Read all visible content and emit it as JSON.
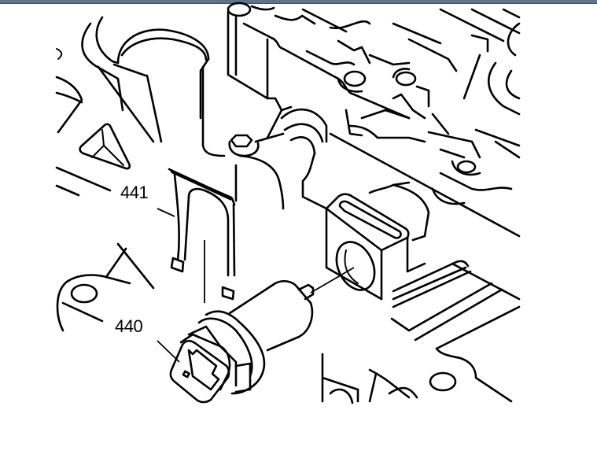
{
  "viewer": {
    "top_bar_color": "#5f7489",
    "background": "#ffffff"
  },
  "diagram": {
    "type": "exploded technical line drawing",
    "subject": "transmission valve body with sensor and retaining clip",
    "callouts": [
      {
        "id": "441",
        "label": "441",
        "part": "retaining-clip"
      },
      {
        "id": "440",
        "label": "440",
        "part": "sensor-solenoid"
      }
    ]
  }
}
